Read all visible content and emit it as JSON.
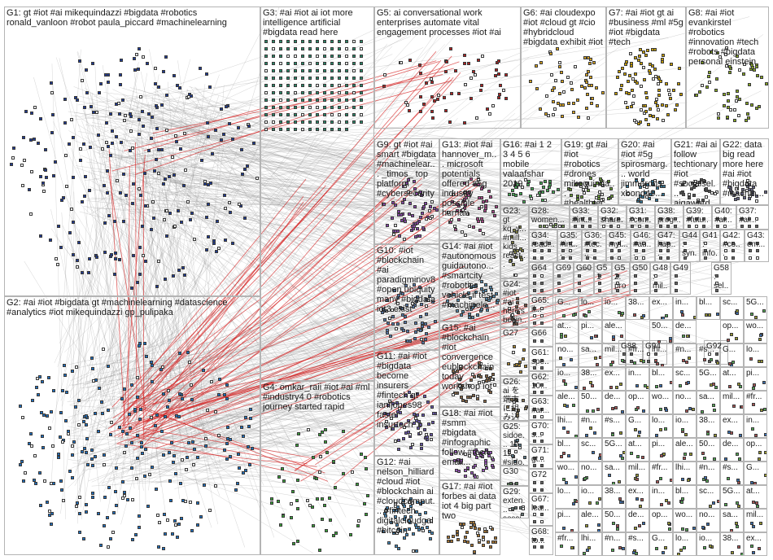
{
  "diagram": {
    "title": "",
    "groups": [
      {
        "id": "G1",
        "label": "G1: gt #iot #ai mikequindazzi #bigdata #robotics ronald_vanloon #robot paula_piccard #machinelearning",
        "color": "#1f3a93",
        "layout": "radial"
      },
      {
        "id": "G2",
        "label": "G2: #ai #iot #bigdata gt #machinelearning #datascience #analytics #iot mikequindazzi gp_pulipaka",
        "color": "#1f6fbf",
        "layout": "radial"
      },
      {
        "id": "G3",
        "label": "G3: #ai #iot ai iot more intelligence artificial #bigdata read here",
        "color": "#2a8a6a",
        "layout": "grid"
      },
      {
        "id": "G4",
        "label": "G4: omkar_raii #iot #ai #ml #industry4 0 #robotics journey started rapid",
        "color": "#3aa23a",
        "layout": "radial"
      },
      {
        "id": "G5",
        "label": "G5: ai conversational work enterprises automate vital engagement processes #iot #ai",
        "color": "#b22222",
        "layout": "radial"
      },
      {
        "id": "G6",
        "label": "G6: #ai cloudexpo #iot #cloud gt #cio #hybridcloud #bigdata exhibit #iot",
        "color": "#d9a520",
        "layout": "radial"
      },
      {
        "id": "G7",
        "label": "G7: #ai #iot gt ai #business #ml #5g #iot #bigdata #tech",
        "color": "#c9a000",
        "layout": "radial"
      },
      {
        "id": "G8",
        "label": "G8: #ai #iot evankirstel #robotics #innovation #tech #robots #bigdata personal einstein",
        "color": "#88aa22",
        "layout": "radial"
      },
      {
        "id": "G9",
        "label": "G9: gt #iot #ai smart #bigdata #machinelear... _timos_ top platform #cybersecurity",
        "color": "#8844aa",
        "layout": "radial"
      },
      {
        "id": "G10",
        "label": "G10: #iot #blockchain #ai paradigminov8 #open ubiquity many #bigdata iot3 exist",
        "color": "#5577aa",
        "layout": "radial"
      },
      {
        "id": "G11",
        "label": "G11: #ai #iot #bigdata become insurers #fintech gt ianljones98 faster insurtech",
        "color": "#6655aa",
        "layout": "radial"
      },
      {
        "id": "G12",
        "label": "G12: #ai nelson_hilliard #cloud #iot #blockchain ai #cloudcomput... #fintech digitalcloudgal #bitcoin",
        "color": "#4488bb",
        "layout": "radial"
      },
      {
        "id": "G13",
        "label": "G13: #iot #ai hannover_m... microsoft potentials offered #5g industry possible human",
        "color": "#aa4488",
        "layout": "radial"
      },
      {
        "id": "G14",
        "label": "G14: #ai #iot #autonomous guidautono... #smartcity #robotics vehicle il test #machinele...",
        "color": "#5588aa",
        "layout": "radial"
      },
      {
        "id": "G15",
        "label": "G15: #ai #blockchain #iot convergence eublockchain today workshop iot",
        "color": "#886644",
        "layout": "radial"
      },
      {
        "id": "G16",
        "label": "G16: #ai 1 2 3 4 5 6 mobile valaafshar 2019",
        "color": "#44aa55",
        "layout": "radial"
      },
      {
        "id": "G17",
        "label": "G17: #ai #iot forbes ai data iot 4 big part two",
        "color": "#aa7733",
        "layout": "radial"
      },
      {
        "id": "G18",
        "label": "G18: #ai #iot #smm #bigdata #infographic follow #tech email...",
        "color": "#9955bb",
        "layout": "radial"
      },
      {
        "id": "G19",
        "label": "G19: gt #ai #iot #robotics #drones mikequinda... #healthtec...",
        "color": "#669933",
        "layout": "radial"
      },
      {
        "id": "G20",
        "label": "G20: #ai #iot #5g spirosmarg... world jimmarous xbond49...",
        "color": "#337799",
        "layout": "radial"
      },
      {
        "id": "G21",
        "label": "G21: #ai ai follow techtionary #iot #socialsel... aiqaward...",
        "color": "#555555",
        "layout": "radial"
      },
      {
        "id": "G22",
        "label": "G22: data big read more here #ai #iot #bigdata #machin...",
        "color": "#666688",
        "layout": "radial"
      },
      {
        "id": "G23",
        "label": "G23: gt kq_v... #mill... kids react...",
        "color": "#888844",
        "layout": "radial"
      },
      {
        "id": "G24",
        "label": "G24: #iot #ai here's beijin...",
        "color": "#775544",
        "layout": "radial"
      },
      {
        "id": "G25",
        "label": "G25: sidoe... 10 11 #sido...",
        "color": "#557788",
        "layout": "radial"
      },
      {
        "id": "G26",
        "label": "G26: ai を端末に組み込",
        "color": "#887755",
        "layout": "radial"
      },
      {
        "id": "G27",
        "label": "G27",
        "color": "#aa8833",
        "layout": "radial"
      },
      {
        "id": "G28",
        "label": "G28: women...",
        "color": "#779955",
        "layout": "radial"
      },
      {
        "id": "G29",
        "label": "G29: exten... sessi...",
        "color": "#667777",
        "layout": "radial"
      },
      {
        "id": "G30",
        "label": "G30",
        "color": "#557755",
        "layout": "radial"
      },
      {
        "id": "G31",
        "label": "G31: #con...",
        "color": "#666666",
        "layout": "grid"
      },
      {
        "id": "G32",
        "label": "G32: share...",
        "color": "#666666",
        "layout": "grid"
      },
      {
        "id": "G33",
        "label": "G33: #int...",
        "color": "#666666",
        "layout": "grid"
      },
      {
        "id": "G34",
        "label": "G34: read...",
        "color": "#666666",
        "layout": "grid"
      },
      {
        "id": "G35",
        "label": "G35: #int...",
        "color": "#666666",
        "layout": "grid"
      },
      {
        "id": "G36",
        "label": "G36: #tec...",
        "color": "#666666",
        "layout": "grid"
      },
      {
        "id": "G37",
        "label": "G37: #ai...",
        "color": "#666666",
        "layout": "grid"
      },
      {
        "id": "G38",
        "label": "G38: prog...",
        "color": "#666666",
        "layout": "grid"
      },
      {
        "id": "G39",
        "label": "G39: #futu...",
        "color": "#666666",
        "layout": "grid"
      },
      {
        "id": "G40",
        "label": "G40: #ai...",
        "color": "#666666",
        "layout": "grid"
      },
      {
        "id": "G41",
        "label": "G41: info...",
        "color": "#666666",
        "layout": "grid"
      },
      {
        "id": "G42",
        "label": "G42: #co...",
        "color": "#666666",
        "layout": "grid"
      },
      {
        "id": "G43",
        "label": "G43: em...",
        "color": "#666666",
        "layout": "grid"
      },
      {
        "id": "G44",
        "label": "G44: syn...",
        "color": "#666666",
        "layout": "grid"
      },
      {
        "id": "G45",
        "label": "G45: myl...",
        "color": "#666666",
        "layout": "grid"
      },
      {
        "id": "G46",
        "label": "G46: #au...",
        "color": "#666666",
        "layout": "grid"
      },
      {
        "id": "G47",
        "label": "G47: hap...",
        "color": "#666666",
        "layout": "grid"
      },
      {
        "id": "G48",
        "label": "G48: mil...",
        "color": "#666666",
        "layout": "grid"
      },
      {
        "id": "G49",
        "label": "G49",
        "color": "#666666",
        "layout": "grid"
      },
      {
        "id": "G50",
        "label": "G50",
        "color": "#666666",
        "layout": "grid"
      },
      {
        "id": "G51",
        "label": "G51",
        "color": "#666666",
        "layout": "grid"
      },
      {
        "id": "G52",
        "label": "G52: pro...",
        "color": "#666666",
        "layout": "grid"
      },
      {
        "id": "G58",
        "label": "G58: sel...",
        "color": "#666666",
        "layout": "grid"
      },
      {
        "id": "G60",
        "label": "G60",
        "color": "#666666",
        "layout": "grid"
      },
      {
        "id": "G61",
        "label": "G61: spe...",
        "color": "#666666",
        "layout": "grid"
      },
      {
        "id": "G62",
        "label": "G62: 10...",
        "color": "#666666",
        "layout": "grid"
      },
      {
        "id": "G63",
        "label": "G63: #ar...",
        "color": "#666666",
        "layout": "grid"
      },
      {
        "id": "G64",
        "label": "G64",
        "color": "#666666",
        "layout": "grid"
      },
      {
        "id": "G65",
        "label": "G65: il...",
        "color": "#666666",
        "layout": "grid"
      },
      {
        "id": "G66",
        "label": "G66",
        "color": "#666666",
        "layout": "grid"
      },
      {
        "id": "G67",
        "label": "G67: lea...",
        "color": "#666666",
        "layout": "grid"
      },
      {
        "id": "G68",
        "label": "G68: to...",
        "color": "#666666",
        "layout": "grid"
      },
      {
        "id": "G69",
        "label": "G69",
        "color": "#666666",
        "layout": "grid"
      },
      {
        "id": "G70",
        "label": "G70: s...",
        "color": "#666666",
        "layout": "grid"
      },
      {
        "id": "G71",
        "label": "G71: gt...",
        "color": "#666666",
        "layout": "grid"
      },
      {
        "id": "G72",
        "label": "G72",
        "color": "#666666",
        "layout": "grid"
      },
      {
        "id": "G88",
        "label": "G88",
        "color": "#666666",
        "layout": "grid"
      },
      {
        "id": "G92",
        "label": "G92",
        "color": "#666666",
        "layout": "grid"
      },
      {
        "id": "G94",
        "label": "G94",
        "color": "#666666",
        "layout": "grid"
      }
    ],
    "small_cell_labels": [
      "G...",
      "lo...",
      "io...",
      "38...",
      "ex...",
      "in...",
      "bl...",
      "sc...",
      "5G...",
      "at...",
      "pi...",
      "ale...",
      "50...",
      "de...",
      "op...",
      "wo...",
      "no...",
      "sa...",
      "mil...",
      "#fr...",
      "lhi...",
      "#n...",
      "#s..."
    ]
  }
}
